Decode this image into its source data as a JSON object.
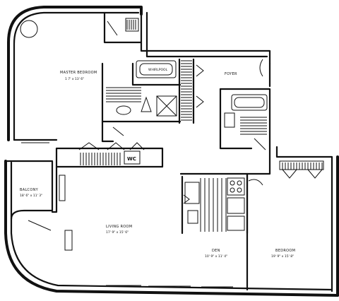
{
  "rooms": {
    "master_bedroom": {
      "name": "MASTER BEDROOM",
      "dims": "1 7' x 13' 6\""
    },
    "foyer": {
      "name": "FOYER"
    },
    "balcony": {
      "name": "BALCONY",
      "dims": "18' 6\" x 11' 3\""
    },
    "living_room": {
      "name": "LIVING ROOM",
      "dims": "17' 9\" x 15' 6\""
    },
    "den": {
      "name": "DEN",
      "dims": "10' 9\" x 11' 4\""
    },
    "bedroom": {
      "name": "BEDROOM",
      "dims": "19' 9\" x 15' 8\""
    },
    "wc": {
      "name": "WC"
    }
  },
  "fixtures": {
    "tub_label": "WHIRLPOOL"
  }
}
